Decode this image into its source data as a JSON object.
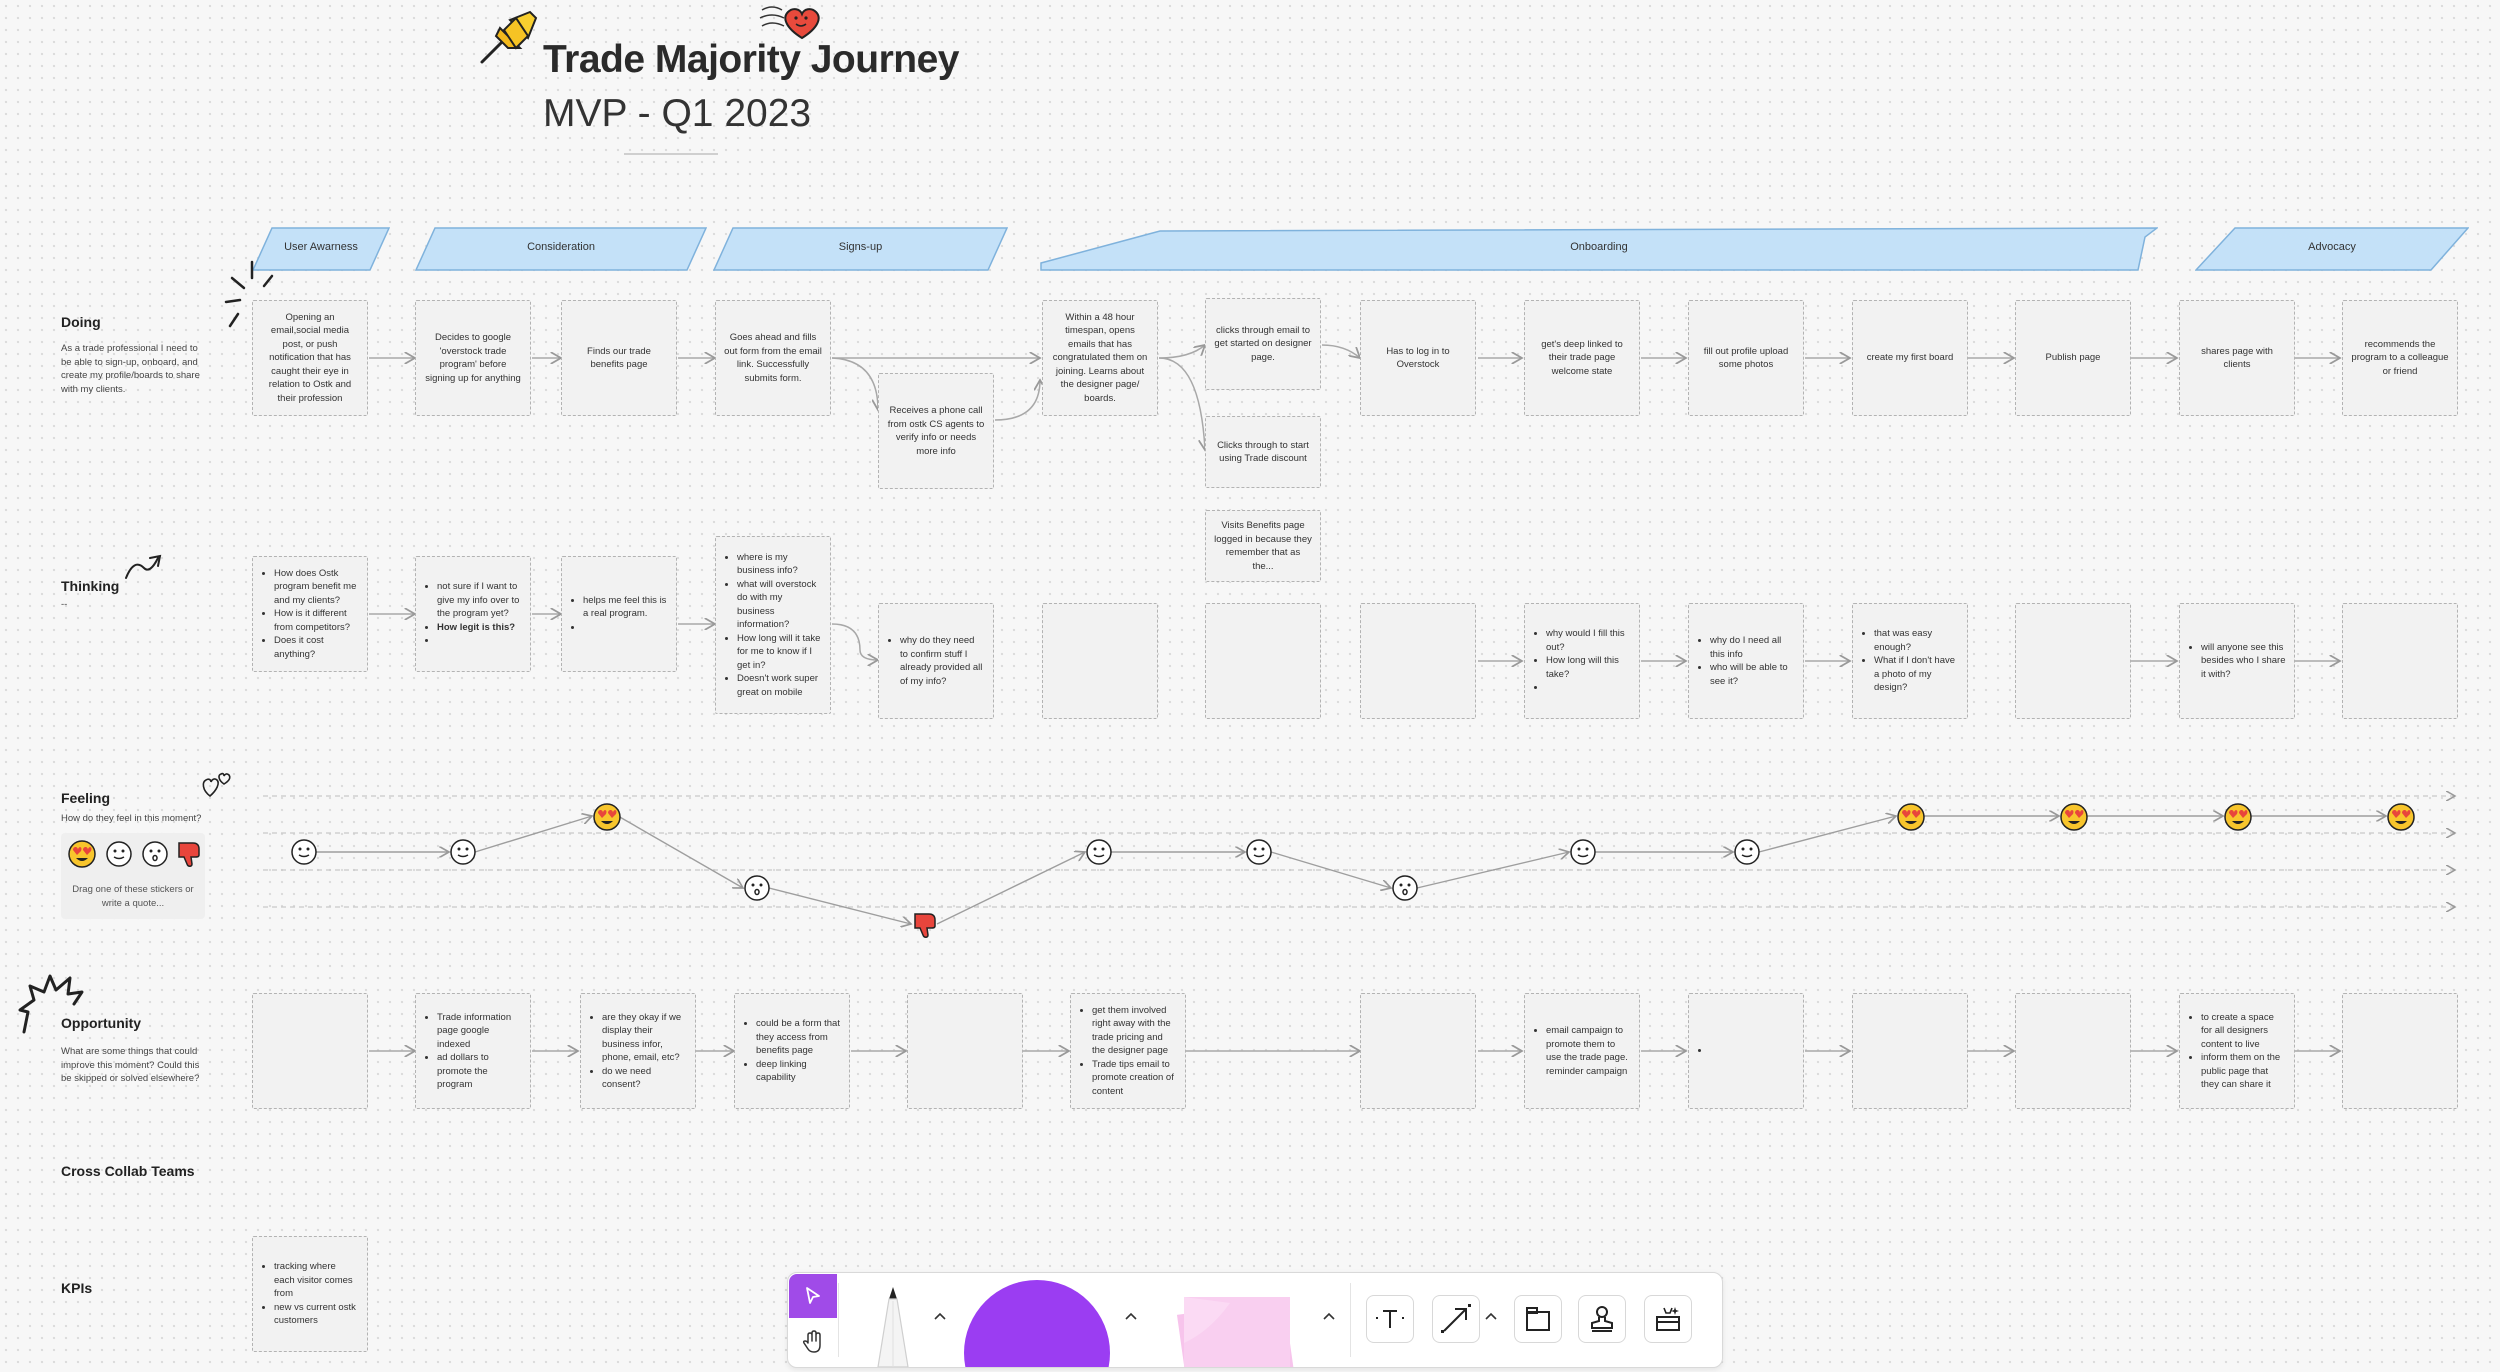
{
  "board": {
    "title": "Trade Majority Journey",
    "subtitle": "MVP - Q1 2023"
  },
  "phases": [
    "User Awarness",
    "Consideration",
    "Signs-up",
    "Onboarding",
    "Advocacy"
  ],
  "rows": {
    "doing": {
      "title": "Doing",
      "desc": "As a trade professional I need to be able to sign-up, onboard, and create my profile/boards to share with my clients."
    },
    "thinking": {
      "title": "Thinking",
      "desc": "--"
    },
    "feeling": {
      "title": "Feeling",
      "desc": "How do they feel in this moment?"
    },
    "opportunity": {
      "title": "Opportunity",
      "desc": "What are some things that could improve this moment? Could this be skipped or solved elsewhere?"
    },
    "cross": {
      "title": "Cross Collab Teams"
    },
    "kpis": {
      "title": "KPIs"
    }
  },
  "sticker_hint": "Drag one of these stickers or write a quote...",
  "doing": [
    "Opening an email,social media post, or push notification that has caught their eye in relation to Ostk and their profession",
    "Decides to google 'overstock trade program' before signing up for anything",
    "Finds our trade benefits page",
    "Goes ahead and fills out form from the email link. Successfully submits form.",
    "Receives a phone call from ostk CS agents to verify info or needs more info",
    "Within a 48 hour timespan, opens emails that has congratulated them on joining. Learns about the designer page/ boards.",
    "clicks through email to get started on designer page.",
    "Clicks through to start using Trade discount",
    "Visits Benefits page logged in because they remember that as the...",
    "Has to log in to Overstock",
    "get's deep linked to their trade page welcome state",
    "fill out profile upload some photos",
    "create my first board",
    "Publish page",
    "shares page with clients",
    "recommends the program to a colleague or friend"
  ],
  "thinking": {
    "n1": [
      "How does Ostk program benefit me and my clients?",
      "How is it different from competitors?",
      "Does it cost anything?"
    ],
    "n2": [
      "not sure if I want to give my info over to the program yet?",
      "How legit is this?",
      ""
    ],
    "n3": [
      "helps me feel this is a real program.",
      ""
    ],
    "n4": [
      "where is my business info?",
      "what will overstock do with my business information?",
      "How long will it take for me to know if I get in?",
      "Doesn't work super great on mobile"
    ],
    "n5": [
      "why do they need to confirm stuff I already provided all of my info?"
    ],
    "n6": [
      "why would I fill this out?",
      "How long will this take?",
      ""
    ],
    "n7": [
      "why do I need all this info",
      "who will be able to see it?"
    ],
    "n8": [
      "that was easy enough?",
      "What if I don't have a photo of my design?"
    ],
    "n9": [
      "will anyone see this besides who I share it with?"
    ]
  },
  "feeling": {
    "levels": {
      "love": 0,
      "neutral": 1,
      "meh": 2,
      "dislike": 3
    },
    "points": [
      "neutral",
      "neutral",
      "love",
      "meh",
      "dislike",
      "neutral",
      "neutral",
      "meh",
      "neutral",
      "neutral",
      "love",
      "love",
      "love",
      "love"
    ]
  },
  "opportunity": {
    "n1": [
      "Trade information page google indexed",
      "ad dollars to promote the program"
    ],
    "n2": [
      "are they okay if we display their business infor, phone, email, etc?",
      "do we need consent?"
    ],
    "n3": [
      "could be a form that they access from benefits page",
      "deep linking capability"
    ],
    "n4": [
      "get them involved right away with the trade pricing and the designer page",
      "Trade tips email to promote creation of content"
    ],
    "n5": [
      "email campaign to promote them to use the trade page. reminder campaign"
    ],
    "n6": [
      ""
    ],
    "n7": [
      "to create a space for all designers content to live",
      "inform them on the public page that they can share it"
    ]
  },
  "kpis": {
    "n1": [
      "tracking where each visitor comes from",
      "new vs current ostk customers"
    ]
  },
  "colors": {
    "phase_fill": "#c4e1f8",
    "phase_stroke": "#7fb2dc",
    "toolbar_accent": "#9b3df2",
    "sticky": "#f7c4ec"
  }
}
